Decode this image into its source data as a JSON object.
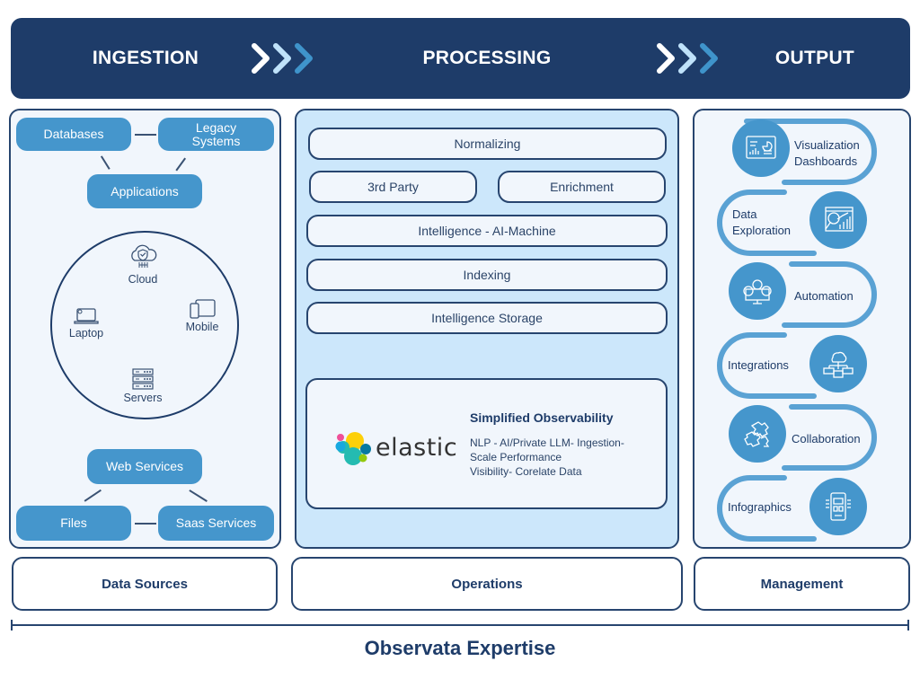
{
  "header": {
    "stages": [
      "INGESTION",
      "PROCESSING",
      "OUTPUT"
    ],
    "chevron_colors": [
      "#ffffff",
      "#bfe2fa",
      "#3f94cb"
    ]
  },
  "ingestion": {
    "top_sources": [
      "Databases",
      "Legacy Systems",
      "Applications"
    ],
    "devices": [
      "Cloud",
      "Laptop",
      "Mobile",
      "Servers"
    ],
    "bottom_sources": [
      "Web Services",
      "Files",
      "Saas Services"
    ]
  },
  "processing": {
    "steps": [
      "Normalizing",
      "3rd Party",
      "Enrichment",
      "Intelligence - AI-Machine",
      "Indexing",
      "Intelligence Storage"
    ],
    "elastic": {
      "brand": "elastic",
      "title": "Simplified Observability",
      "lines": [
        "NLP - AI/Private LLM- Ingestion-",
        "Scale Performance",
        "Visibility- Corelate Data"
      ]
    }
  },
  "output": {
    "items": [
      {
        "label_1": "Visualization",
        "label_2": "Dashboards",
        "icon": "dashboard-icon"
      },
      {
        "label_1": "Data",
        "label_2": "Exploration",
        "icon": "analytics-search-icon"
      },
      {
        "label_1": "Automation",
        "label_2": "",
        "icon": "automation-gears-icon"
      },
      {
        "label_1": "Integrations",
        "label_2": "",
        "icon": "integrations-network-icon"
      },
      {
        "label_1": "Collaboration",
        "label_2": "",
        "icon": "puzzle-icon"
      },
      {
        "label_1": "Infographics",
        "label_2": "",
        "icon": "mobile-infographic-icon"
      }
    ]
  },
  "footer": {
    "columns": [
      "Data Sources",
      "Operations",
      "Management"
    ],
    "caption": "Observata Expertise"
  },
  "colors": {
    "navy": "#1e3c69",
    "accent_blue": "#4596cc",
    "light_blue_panel": "#cce7fb",
    "pale_panel": "#f1f6fc"
  }
}
